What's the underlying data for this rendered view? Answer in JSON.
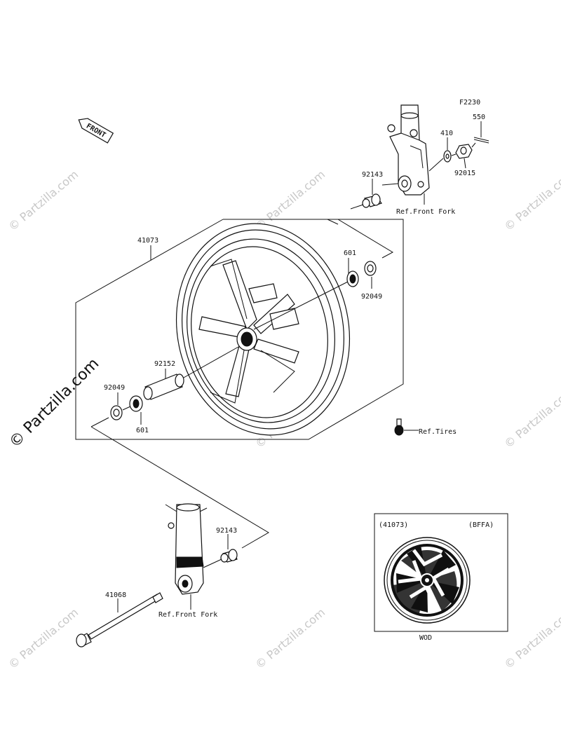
{
  "diagram": {
    "figure_code": "F2230",
    "front_label": "FRONT",
    "labels": {
      "p550": "550",
      "p410": "410",
      "p92015": "92015",
      "p92143_top": "92143",
      "ref_front_fork_top": "Ref.Front Fork",
      "p41073": "41073",
      "p601_right": "601",
      "p92049_right": "92049",
      "p92152": "92152",
      "p92049_left": "92049",
      "p601_left": "601",
      "ref_tires": "Ref.Tires",
      "p92143_bottom": "92143",
      "p41068": "41068",
      "ref_front_fork_bottom": "Ref.Front Fork"
    },
    "inset": {
      "part_number": "(41073)",
      "code": "(BFFA)",
      "color": "WOD"
    }
  },
  "watermark": {
    "text": "© Partzilla.com"
  }
}
